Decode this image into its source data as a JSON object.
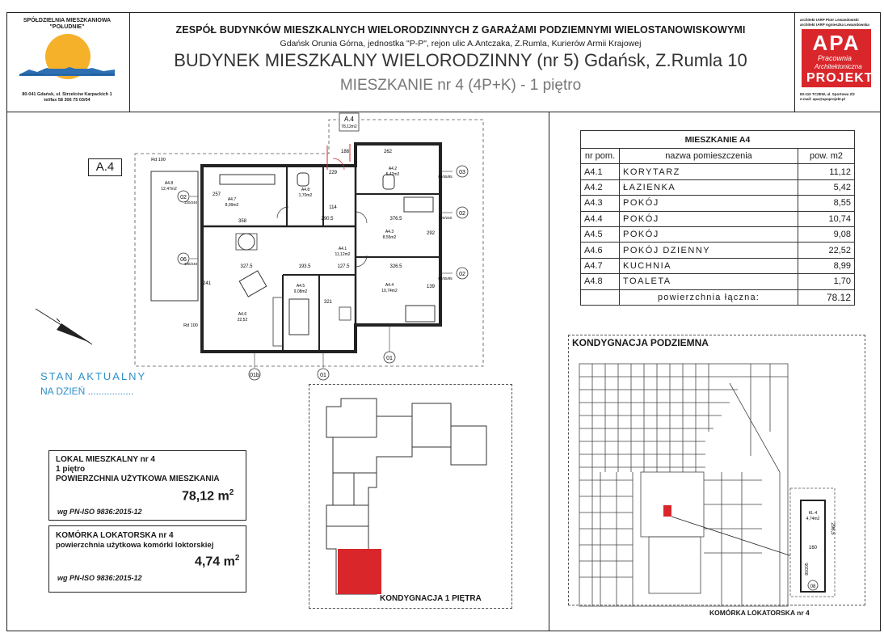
{
  "header": {
    "cooperative": {
      "line1": "SPÓŁDZIELNIA MIESZKANIOWA",
      "line2": "\"POŁUDNIE\"",
      "address1": "80-041 Gdańsk, ul. Strzelców Karpackich 1",
      "address2": "tel/fax 58 306 75 03/04"
    },
    "project_line": "ZESPÓŁ BUDYNKÓW MIESZKALNYCH WIELORODZINNYCH Z GARAŻAMI PODZIEMNYMI WIELOSTANOWISKOWYMI",
    "location_line": "Gdańsk Orunia Górna, jednostka \"P-P\", rejon ulic A.Antczaka, Z.Rumla, Kurierów Armii Krajowej",
    "building_title": "BUDYNEK MIESZKALNY WIELORODZINNY (nr 5) Gdańsk, Z.Rumla 10",
    "apartment_title": "MIESZKANIE nr 4 (4P+K) - 1 piętro",
    "architect": {
      "line1": "architekt IARP Piotr Lewandowski",
      "line2": "architekt IARP Agnieszka Lewandowska",
      "logo_letters": "APA",
      "logo_word1": "Pracownia",
      "logo_word2": "Architektoniczna",
      "logo_word3": "PROJEKT",
      "address1": "83-110 TCZEW, ul. Sportowa 2/2",
      "address2": "e-mail: apa@apaprojekt.pl"
    }
  },
  "floor_plan": {
    "unit_label": "A.4",
    "top_marker": "A.4",
    "top_marker_area": "78,12m2",
    "rooms": [
      {
        "id": "A4.8",
        "area": "12,47m2"
      },
      {
        "id": "A4.7",
        "area": "8,99m2"
      },
      {
        "id": "A4.8",
        "area": "1,70m2"
      },
      {
        "id": "A4.2",
        "area": "5,42m2"
      },
      {
        "id": "A4.3",
        "area": "8,55m2"
      },
      {
        "id": "A4.1",
        "area": "11,12m2"
      },
      {
        "id": "A4.4",
        "area": "10,74m2"
      },
      {
        "id": "A4.5",
        "area": "9,08m2"
      },
      {
        "id": "A4.6",
        "area": "22,52"
      }
    ],
    "dimensions": {
      "d358": "358",
      "d2905": "290.5",
      "d3765": "376.5",
      "d3275": "327.5",
      "d1935": "193.5",
      "d1275": "127.5",
      "d3265": "326.5",
      "d188": "188",
      "d262": "262",
      "d229": "229",
      "d257": "257",
      "d321": "321",
      "d114": "114",
      "d241": "241",
      "d139": "139",
      "d292": "292"
    },
    "levels": {
      "rd1": "Rd 100",
      "rd2": "Rd 100"
    },
    "window_tags": {
      "w1": "120/240",
      "w2": "180/240",
      "w3": "90/55/85",
      "w4": "120/240",
      "w5": "90/55/85"
    },
    "axes": {
      "ax1": "02",
      "ax2": "06",
      "ax3": "03",
      "ax4": "02",
      "ax5": "02",
      "ax6": "01",
      "ax7": "01",
      "ax8": "01b"
    },
    "status_line1": "STAN AKTUALNY",
    "status_line2": "NA DZIEŃ ................."
  },
  "lokal_box": {
    "title": "LOKAL MIESZKALNY nr 4",
    "floor": "1 piętro",
    "usable_label": "POWIERZCHNIA UŻYTKOWA MIESZKANIA",
    "usable_value": "78,12 m",
    "unit_sup": "2",
    "standard": "wg PN-ISO 9836:2015-12"
  },
  "storage_box": {
    "title": "KOMÓRKA LOKATORSKA nr 4",
    "usable_label": "powierzchnia użytkowa komórki loktorskiej",
    "usable_value": "4,74 m",
    "unit_sup": "2",
    "standard": "wg PN-ISO 9836:2015-12"
  },
  "room_table": {
    "title": "MIESZKANIE A4",
    "headers": [
      "nr pom.",
      "nazwa pomieszczenia",
      "pow. m2"
    ],
    "rows": [
      {
        "id": "A4.1",
        "name": "KORYTARZ",
        "area": "11,12"
      },
      {
        "id": "A4.2",
        "name": "ŁAZIENKA",
        "area": "5,42"
      },
      {
        "id": "A4.3",
        "name": "POKÓJ",
        "area": "8,55"
      },
      {
        "id": "A4.4",
        "name": "POKÓJ",
        "area": "10,74"
      },
      {
        "id": "A4.5",
        "name": "POKÓJ",
        "area": "9,08"
      },
      {
        "id": "A4.6",
        "name": "POKÓJ DZIENNY",
        "area": "22,52"
      },
      {
        "id": "A4.7",
        "name": "KUCHNIA",
        "area": "8,99"
      },
      {
        "id": "A4.8",
        "name": "TOALETA",
        "area": "1,70"
      }
    ],
    "total_label": "powierzchnia łączna:",
    "total_value": "78.12"
  },
  "building_plan": {
    "caption": "KONDYGNACJA 1 PIĘTRA",
    "highlight_color": "#d9262b"
  },
  "basement_plan": {
    "title": "KONDYGNACJA PODZIEMNA",
    "caption": "KOMÓRKA LOKATORSKA nr 4",
    "storage_id": "KL-4",
    "storage_area": "4,74m2",
    "dim_width": "160",
    "dim_height": "296,5",
    "door_tag": "80/205",
    "axis": "08",
    "highlight_color": "#d9262b"
  }
}
